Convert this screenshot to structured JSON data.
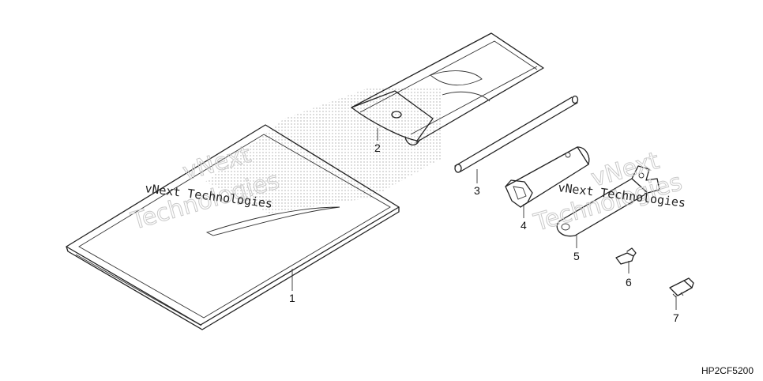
{
  "callouts": [
    "1",
    "2",
    "3",
    "4",
    "5",
    "6",
    "7"
  ],
  "diagram_code": "HP2CF5200",
  "watermarks": {
    "left_small": "vNext Technologies",
    "left_big_1": "vNext",
    "left_big_2": "Technologies",
    "right_small": "vNext Technologies",
    "right_big_1": "vNext",
    "right_big_2": "Technologies"
  }
}
